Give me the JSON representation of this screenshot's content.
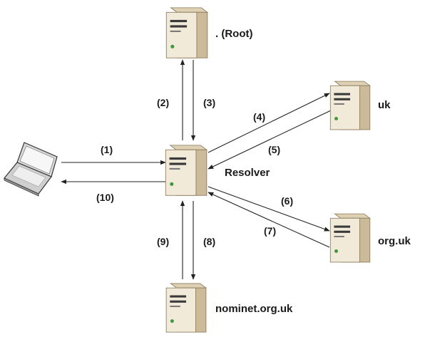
{
  "nodes": {
    "root": {
      "label": ". (Root)",
      "icon": "server-icon"
    },
    "uk": {
      "label": "uk",
      "icon": "server-icon"
    },
    "resolver": {
      "label": "Resolver",
      "icon": "server-icon"
    },
    "org_uk": {
      "label": "org.uk",
      "icon": "server-icon"
    },
    "nominet": {
      "label": "nominet.org.uk",
      "icon": "server-icon"
    },
    "client": {
      "icon": "laptop-icon"
    }
  },
  "steps": [
    "(1)",
    "(2)",
    "(3)",
    "(4)",
    "(5)",
    "(6)",
    "(7)",
    "(8)",
    "(9)",
    "(10)"
  ],
  "colors": {
    "server_body": "#e8dcc4",
    "server_front": "#f2ead9",
    "server_side": "#cbbb99",
    "server_slot": "#3a3a3a",
    "status_led": "#3c9a3c",
    "arrow": "#222222"
  }
}
